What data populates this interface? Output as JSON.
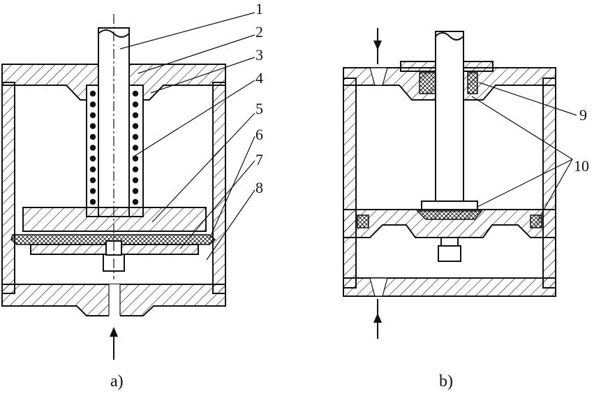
{
  "labels_a": [
    "1",
    "2",
    "3",
    "4",
    "5",
    "6",
    "7",
    "8"
  ],
  "labels_b": [
    "9",
    "10"
  ],
  "captions": {
    "a": "a)",
    "b": "b)"
  }
}
